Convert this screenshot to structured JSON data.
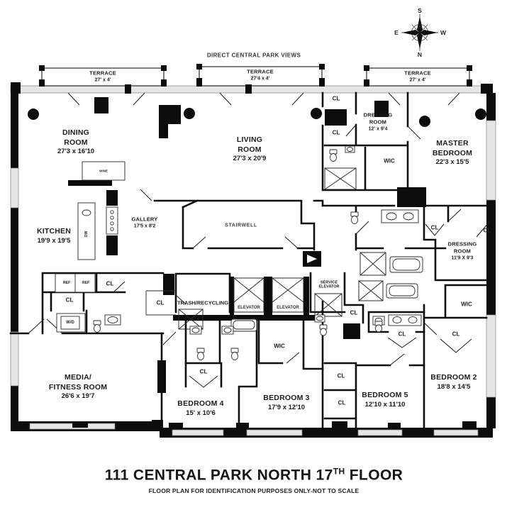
{
  "banner": "DIRECT CENTRAL PARK VIEWS",
  "compass": {
    "top": "S",
    "left": "E",
    "right": "W",
    "bottom": "N"
  },
  "terraces": [
    {
      "name": "TERRACE",
      "dims": "27' x 4'"
    },
    {
      "name": "TERRACE",
      "dims": "27'4 x 4'"
    },
    {
      "name": "TERRACE",
      "dims": "27' x 4'"
    }
  ],
  "rooms": {
    "dining": {
      "name1": "DINING",
      "name2": "ROOM",
      "dims": "27'3 x 16'10"
    },
    "living": {
      "name1": "LIVING",
      "name2": "ROOM",
      "dims": "27'3 x 20'9"
    },
    "dressing_master": {
      "name1": "DRESSING",
      "name2": "ROOM",
      "dims": "12' x 9'4"
    },
    "master_bedroom": {
      "name1": "MASTER",
      "name2": "BEDROOM",
      "dims": "22'3 x 15'5"
    },
    "kitchen": {
      "name1": "KITCHEN",
      "dims": "19'9 x 19'5"
    },
    "gallery": {
      "name1": "GALLERY",
      "dims": "17'5 x 8'2"
    },
    "stairwell": {
      "name1": "STAIRWELL"
    },
    "dressing_2": {
      "name1": "DRESSING",
      "name2": "ROOM",
      "dims": "11'9 X 9'3"
    },
    "media": {
      "name1": "MEDIA/",
      "name2": "FITNESS ROOM",
      "dims": "26'6 x 19'7"
    },
    "trash": {
      "name1": "TRASH/RECYCLING"
    },
    "elevator": {
      "name1": "ELEVATOR"
    },
    "service_elevator": {
      "name1": "SERVICE",
      "name2": "ELEVATOR"
    },
    "bedroom_2": {
      "name1": "BEDROOM 2",
      "dims": "18'8 x 14'5"
    },
    "bedroom_3": {
      "name1": "BEDROOM 3",
      "dims": "17'9 x 12'10"
    },
    "bedroom_4": {
      "name1": "BEDROOM 4",
      "dims": "15' x 10'6"
    },
    "bedroom_5": {
      "name1": "BEDROOM 5",
      "dims": "12'10 x 11'10"
    }
  },
  "fixtures": {
    "closet": "CL",
    "walk_in_closet": "WIC",
    "washer_dryer": "W/D",
    "refrigerator": "REF",
    "dishwasher": "DW",
    "wine_cooler": "WINE"
  },
  "footer": {
    "title_main": "111 CENTRAL PARK NORTH 17",
    "title_sup": "TH",
    "title_tail": " FLOOR",
    "disclaimer": "FLOOR PLAN FOR IDENTIFICATION PURPOSES ONLY-NOT TO SCALE"
  }
}
